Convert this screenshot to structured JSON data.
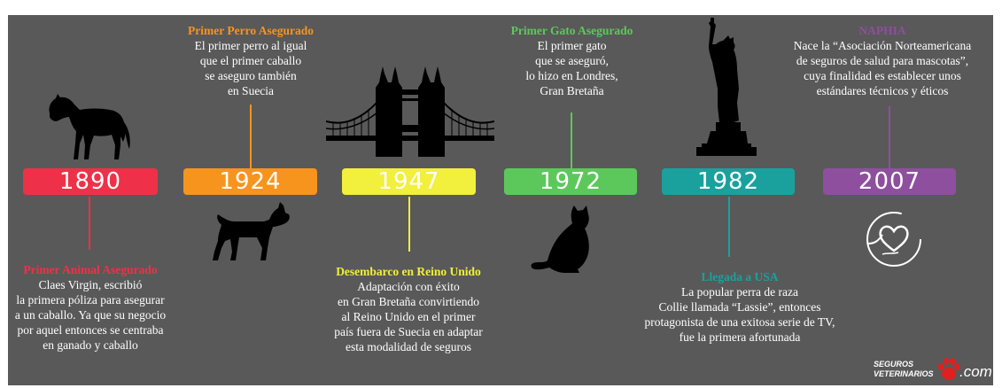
{
  "events": [
    {
      "year": "1890",
      "color": "#ee3148",
      "title": "Primer Animal Asegurado",
      "lines": [
        "Claes Virgin, escribió",
        "la primera póliza para asegurar",
        "a un caballo. Ya que su negocio",
        "por aquel entonces se centraba",
        "en ganado y caballo"
      ],
      "icon": "horse-icon",
      "position": "below"
    },
    {
      "year": "1924",
      "color": "#f7941d",
      "title": "Primer Perro Asegurado",
      "lines": [
        "El primer perro al igual",
        "que el primer caballo",
        "se aseguro también",
        "en Suecia"
      ],
      "icon": "dog-icon",
      "position": "above"
    },
    {
      "year": "1947",
      "color": "#f2ef3d",
      "title": "Desembarco en Reino Unido",
      "lines": [
        "Adaptación con éxito",
        "en Gran Bretaña convirtiendo",
        "al Reino Unido en el primer",
        "país fuera de Suecia en adaptar",
        "esta modalidad de seguros"
      ],
      "icon": "tower-bridge-icon",
      "position": "below"
    },
    {
      "year": "1972",
      "color": "#5cc85c",
      "title": "Primer Gato Asegurado",
      "lines": [
        "El primer gato",
        "que se aseguró,",
        "lo hizo en Londres,",
        "Gran Bretaña"
      ],
      "icon": "cat-icon",
      "position": "above"
    },
    {
      "year": "1982",
      "color": "#1aa19e",
      "title": "Llegada a USA",
      "lines": [
        "La popular perra  de raza",
        "Collie llamada “Lassie”, entonces",
        "protagonista de una exitosa serie de TV,",
        "fue la primera afortunada"
      ],
      "icon": "statue-of-liberty-icon",
      "position": "below"
    },
    {
      "year": "2007",
      "color": "#8e4f9e",
      "title": "NAPHIA",
      "lines": [
        "Nace la “Asociación Norteamericana",
        "de seguros de salud para mascotas”,",
        "cuya finalidad es establecer unos",
        "estándares técnicos y éticos"
      ],
      "icon": "pet-heart-icon",
      "position": "above"
    }
  ],
  "logo": {
    "line1": "SEGUROS",
    "line2": "VETERINARIOS",
    "suffix": ".com",
    "icon": "paw-icon",
    "paw_color": "#e02020"
  },
  "colors": {
    "background": "#595959",
    "text": "#ffffff"
  }
}
